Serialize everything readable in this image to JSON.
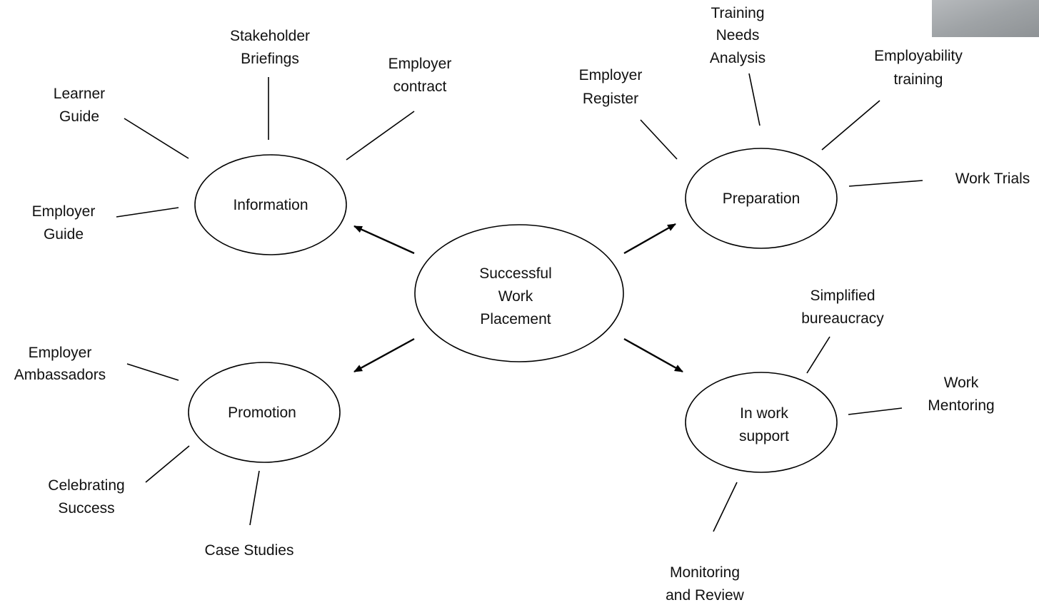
{
  "center": {
    "lines": [
      "Successful",
      "Work",
      "Placement"
    ]
  },
  "hubs": {
    "information": {
      "label": "Information"
    },
    "preparation": {
      "label": "Preparation"
    },
    "promotion": {
      "label": "Promotion"
    },
    "in_work_support": {
      "lines": [
        "In work",
        "support"
      ]
    }
  },
  "leaves": {
    "stakeholder_briefings": [
      "Stakeholder",
      "Briefings"
    ],
    "employer_contract": [
      "Employer",
      "contract"
    ],
    "learner_guide": [
      "Learner",
      "Guide"
    ],
    "employer_guide": [
      "Employer",
      "Guide"
    ],
    "employer_register": [
      "Employer",
      "Register"
    ],
    "training_needs_analysis": [
      "Training",
      "Needs",
      "Analysis"
    ],
    "employability_training": [
      "Employability",
      "training"
    ],
    "work_trials": [
      "Work Trials"
    ],
    "employer_ambassadors": [
      "Employer",
      "Ambassadors"
    ],
    "celebrating_success": [
      "Celebrating",
      "Success"
    ],
    "case_studies": [
      "Case Studies"
    ],
    "simplified_bureaucracy": [
      "Simplified",
      "bureaucracy"
    ],
    "work_mentoring": [
      "Work",
      "Mentoring"
    ],
    "monitoring_and_review": [
      "Monitoring",
      "and Review"
    ]
  },
  "colors": {
    "stroke": "#000000",
    "text": "#111111",
    "background": "#ffffff",
    "corner_photo": "#9fa3a6"
  }
}
